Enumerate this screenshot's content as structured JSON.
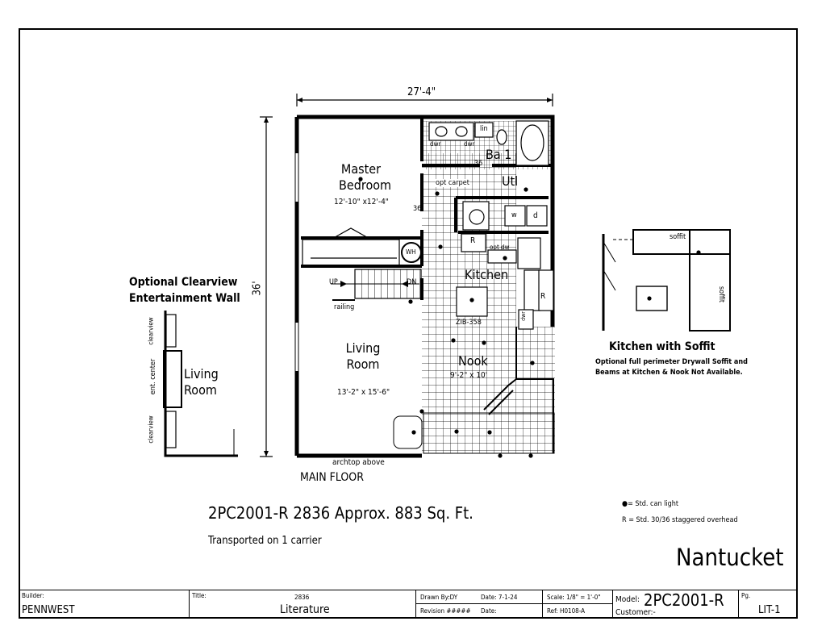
{
  "plan": {
    "overall_width": "27'-4\"",
    "overall_depth": "36'",
    "section_label": "MAIN FLOOR",
    "archtop_note": "archtop above"
  },
  "rooms": {
    "master_bedroom": {
      "name_line1": "Master",
      "name_line2": "Bedroom",
      "dims": "12'-10\" x12'-4\""
    },
    "bath": {
      "name": "Ba 1"
    },
    "utility": {
      "name": "Utl"
    },
    "kitchen": {
      "name": "Kitchen"
    },
    "living_room": {
      "name_line1": "Living",
      "name_line2": "Room",
      "dims": "13'-2\" x 15'-6\""
    },
    "nook": {
      "name": "Nook",
      "dims": "9'-2\" x 10'"
    }
  },
  "plan_labels": {
    "lin": "lin",
    "dwr_left": "dwr",
    "dwr_right": "dwr",
    "door_36_bath": "36",
    "door_36_bed": "36",
    "opt_carpet": "opt carpet",
    "washer": "w",
    "dryer": "d",
    "refrigerator": "R",
    "opt_dw": "opt dw",
    "up": "UP",
    "dn": "DN",
    "railing": "railing",
    "fireplace_model": "ZIB-358",
    "water_heater": "WH",
    "dwr_kitchen": "dwr",
    "range": "R"
  },
  "clearview": {
    "title_line1": "Optional Clearview",
    "title_line2": "Entertainment Wall",
    "clearview_top": "clearview",
    "ent_center": "ent. center",
    "clearview_bottom": "clearview",
    "room_line1": "Living",
    "room_line2": "Room"
  },
  "soffit": {
    "title": "Kitchen with Soffit",
    "note_line1": "Optional full perimeter Drywall Soffit and",
    "note_line2": "Beams at Kitchen & Nook Not Available.",
    "soffit_label_1": "soffit",
    "soffit_label_2": "soffit"
  },
  "info": {
    "model_line": "2PC2001-R 2836 Approx. 883 Sq. Ft.",
    "transport": "Transported on 1 carrier",
    "legend_light": "= Std. can light",
    "legend_r": "R = Std. 30/36 staggered overhead",
    "name": "Nantucket"
  },
  "title_block": {
    "builder_label": "Builder:",
    "builder_value": "PENNWEST",
    "title_label": "Title:",
    "title_number": "2836",
    "title_value": "Literature",
    "drawn_by": "Drawn By:DY",
    "date_1": "Date: 7-1-24",
    "revision": "Revision #####",
    "date_2": "Date:",
    "scale": "Scale: 1/8\" = 1'-0\"",
    "ref": "Ref: H0108-A",
    "model_label": "Model:",
    "model_value": "2PC2001-R",
    "customer": "Customer:-",
    "page_label": "Pg.",
    "page_value": "LIT-1"
  }
}
